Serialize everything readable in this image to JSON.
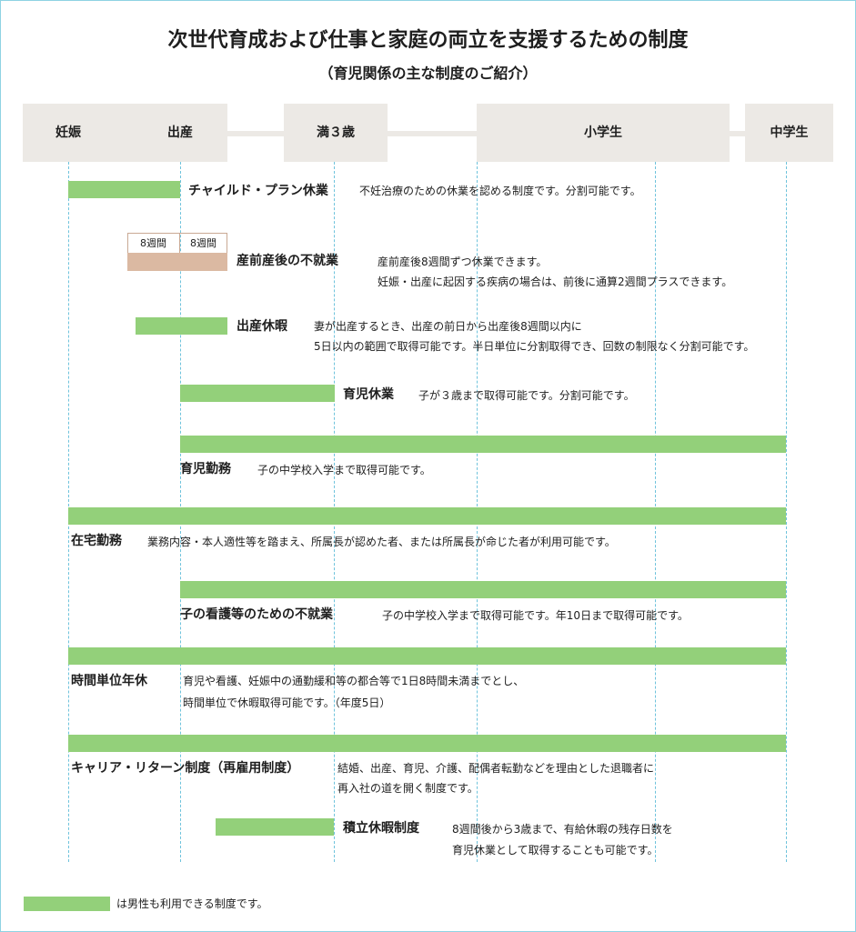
{
  "header": {
    "title": "次世代育成および仕事と家庭の両立を支援するための制度",
    "subtitle": "（育児関係の主な制度のご紹介）"
  },
  "timeline": [
    "妊娠",
    "出産",
    "満３歳",
    "小学生",
    "中学生"
  ],
  "colors": {
    "men_ok": "#93d07a",
    "maternity": "#dbb9a2",
    "timeline_bg": "#ece9e5",
    "guide_line": "#6fc3dc"
  },
  "programs": {
    "child_plan": {
      "name": "チャイルド・プラン休業",
      "desc": "不妊治療のための休業を認める制度です。分割可能です。"
    },
    "maternity": {
      "pre_label": "8週間",
      "post_label": "8週間",
      "name": "産前産後の不就業",
      "desc1": "産前産後8週間ずつ休業できます。",
      "desc2": "妊娠・出産に起因する疾病の場合は、前後に通算2週間プラスできます。"
    },
    "paternity": {
      "name": "出産休暇",
      "desc1": "妻が出産するとき、出産の前日から出産後8週間以内に",
      "desc2": "5日以内の範囲で取得可能です。半日単位に分割取得でき、回数の制限なく分割可能です。"
    },
    "childcare_leave": {
      "name": "育児休業",
      "desc": "子が３歳まで取得可能です。分割可能です。"
    },
    "childcare_work": {
      "name": "育児勤務",
      "desc": "子の中学校入学まで取得可能です。"
    },
    "remote_work": {
      "name": "在宅勤務",
      "desc": "業務内容・本人適性等を踏まえ、所属長が認めた者、または所属長が命じた者が利用可能です。"
    },
    "nursing_leave": {
      "name": "子の看護等のための不就業",
      "desc": "子の中学校入学まで取得可能です。年10日まで取得可能です。"
    },
    "hourly_leave": {
      "name": "時間単位年休",
      "desc1": "育児や看護、妊娠中の通勤緩和等の都合等で1日8時間未満までとし、",
      "desc2": "時間単位で休暇取得可能です。（年度5日）"
    },
    "career_return": {
      "name": "キャリア・リターン制度（再雇用制度）",
      "desc1": "結婚、出産、育児、介護、配偶者転勤などを理由とした退職者に",
      "desc2": "再入社の道を開く制度です。"
    },
    "accumulated_leave": {
      "name": "積立休暇制度",
      "desc1": "8週間後から3歳まで、有給休暇の残存日数を",
      "desc2": "育児休業として取得することも可能です。"
    }
  },
  "legend": {
    "text": "は男性も利用できる制度です。"
  }
}
